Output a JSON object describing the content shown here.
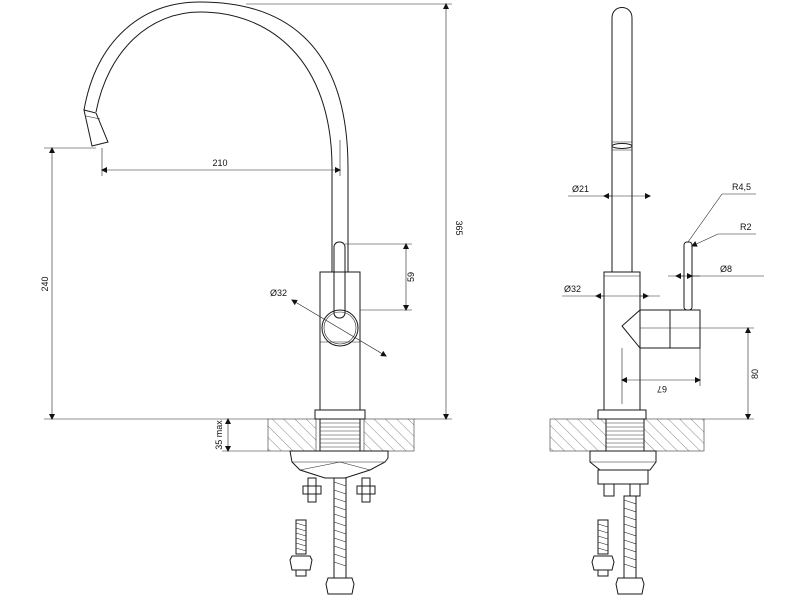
{
  "front_view": {
    "dim_spout_reach": "210",
    "dim_spout_height": "240",
    "dim_total_height": "365",
    "dim_lever_height": "59",
    "dim_body_diameter": "Ø32",
    "dim_deck_thickness": "35 max"
  },
  "side_view": {
    "dim_spout_diameter": "Ø21",
    "dim_lever_radius_top": "R4,5",
    "dim_lever_radius_tip": "R2",
    "dim_lever_diameter": "Ø8",
    "dim_body_diameter": "Ø32",
    "dim_lever_offset": "67",
    "dim_lever_base_height": "80"
  }
}
